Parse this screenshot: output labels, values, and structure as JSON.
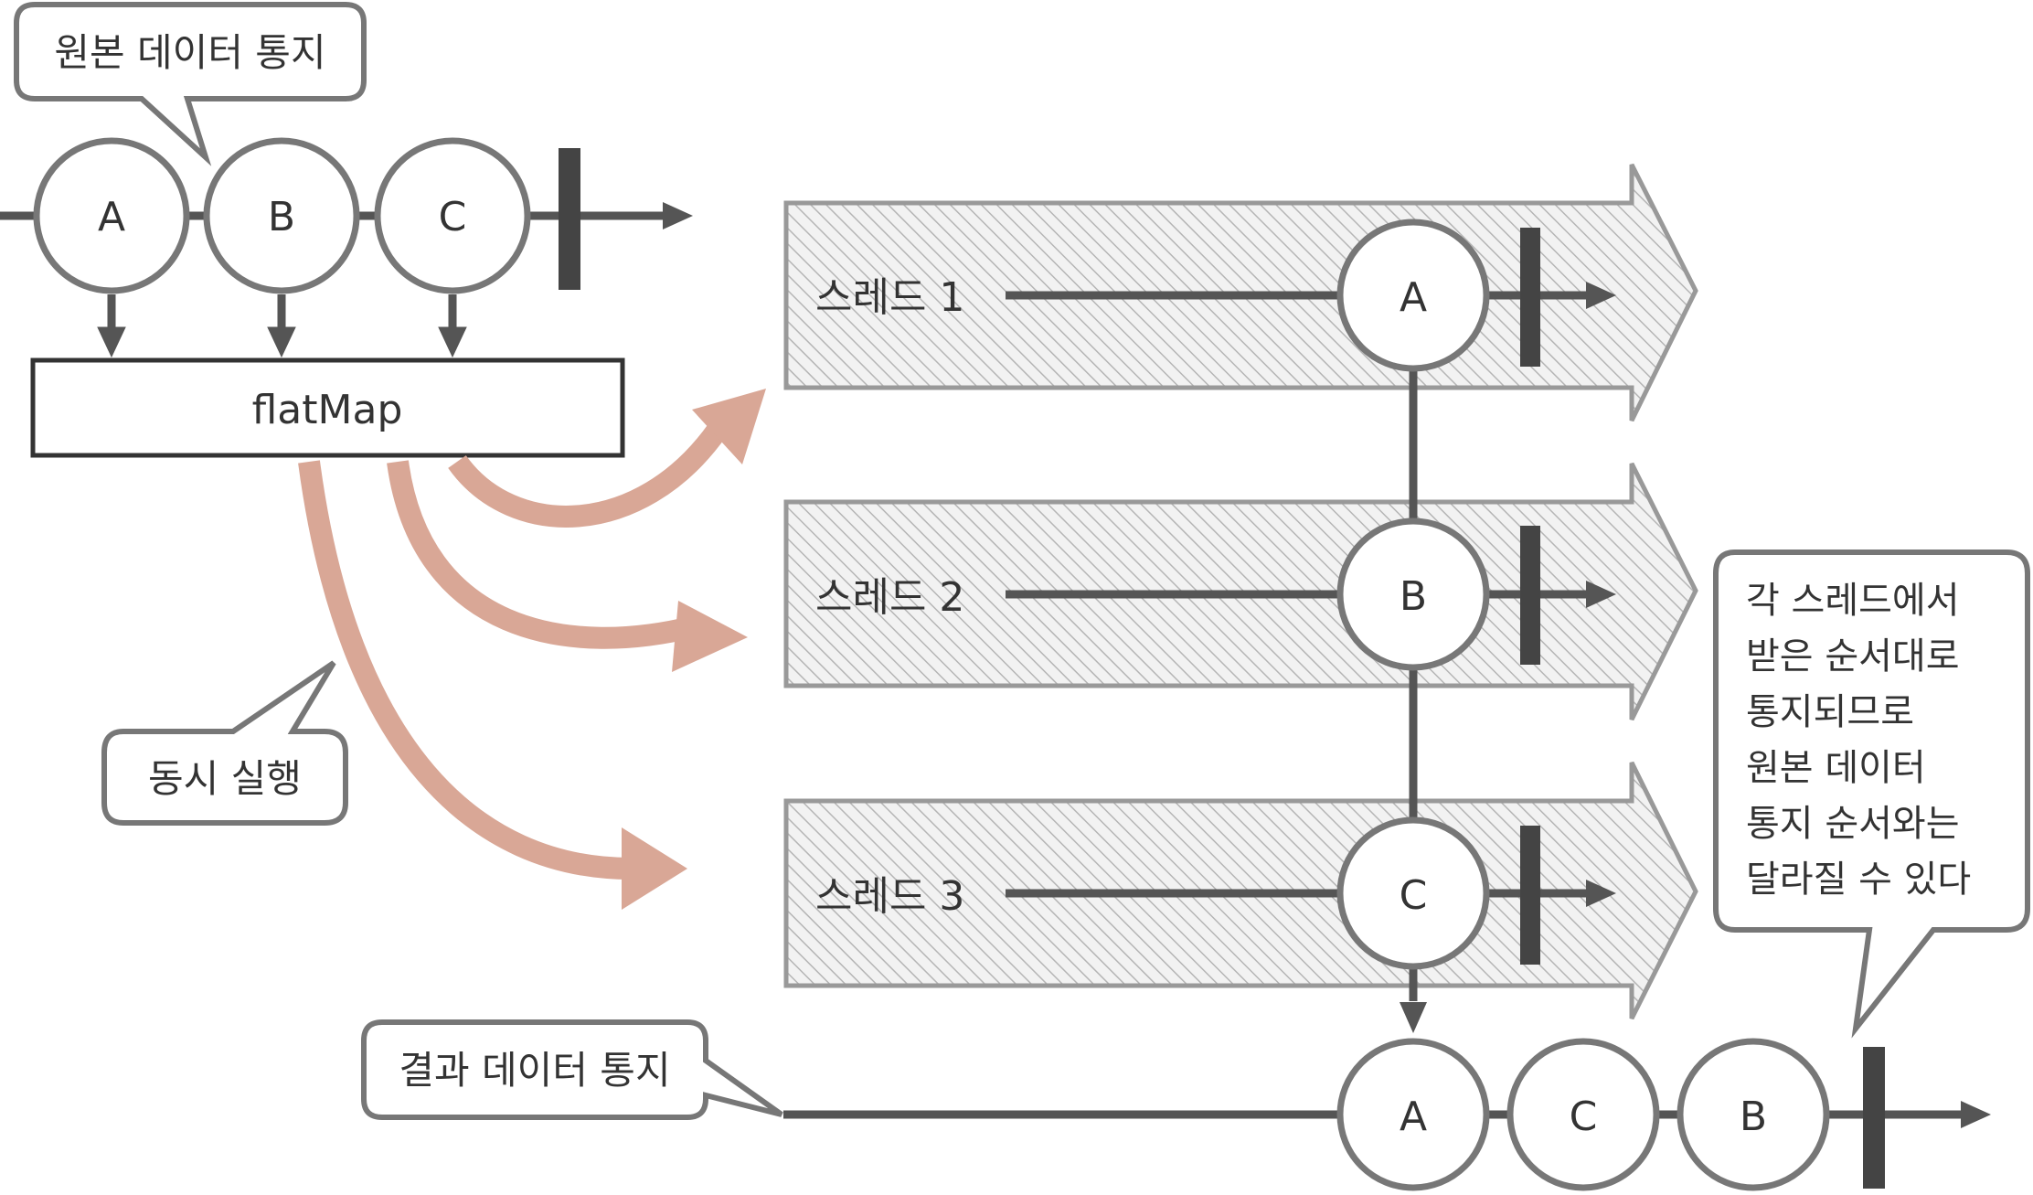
{
  "callouts": {
    "source_notify": "원본 데이터 통지",
    "concurrent": "동시 실행",
    "result_notify": "결과 데이터 통지",
    "note_lines": [
      "각 스레드에서",
      "받은 순서대로",
      "통지되므로",
      "원본 데이터",
      "통지 순서와는",
      "달라질 수 있다"
    ]
  },
  "source_stream": {
    "items": [
      "A",
      "B",
      "C"
    ]
  },
  "operator": {
    "label": "flatMap"
  },
  "threads": [
    {
      "label": "스레드 1",
      "item": "A"
    },
    {
      "label": "스레드 2",
      "item": "B"
    },
    {
      "label": "스레드 3",
      "item": "C"
    }
  ],
  "result_stream": {
    "items": [
      "A",
      "C",
      "B"
    ]
  },
  "colors": {
    "line": "#555555",
    "circle_stroke": "#777777",
    "curved_arrow": "#d9a796",
    "thread_band_hatch": "#bbbbbb",
    "terminator": "#444444"
  }
}
